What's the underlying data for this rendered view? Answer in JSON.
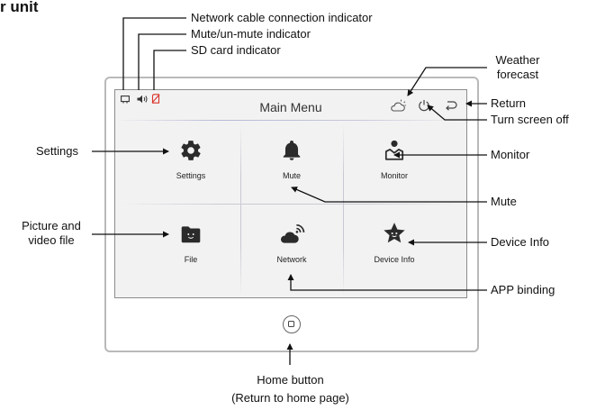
{
  "heading": "r unit",
  "screen": {
    "title": "Main Menu",
    "tiles": [
      {
        "label": "Settings",
        "icon": "gear-icon"
      },
      {
        "label": "Mute",
        "icon": "bell-icon"
      },
      {
        "label": "Monitor",
        "icon": "person-monitor-icon"
      },
      {
        "label": "File",
        "icon": "folder-icon"
      },
      {
        "label": "Network",
        "icon": "cloud-wifi-icon"
      },
      {
        "label": "Device Info",
        "icon": "star-face-icon"
      }
    ],
    "status_icons": [
      "network-cable-icon",
      "speaker-icon",
      "sd-card-icon"
    ],
    "top_right_icons": [
      "weather-cloud-icon",
      "power-icon",
      "return-arrow-icon"
    ]
  },
  "callouts": {
    "network_cable": "Network cable connection indicator",
    "mute_indicator": "Mute/un-mute indicator",
    "sd_card": "SD card indicator",
    "weather_line1": "Weather",
    "weather_line2": "forecast",
    "return": "Return",
    "screen_off": "Turn screen off",
    "settings": "Settings",
    "monitor": "Monitor",
    "mute": "Mute",
    "picture_line1": "Picture and",
    "picture_line2": "video file",
    "device_info": "Device Info",
    "app_binding": "APP binding",
    "home_line1": "Home button",
    "home_line2": "(Return to home page)"
  },
  "colors": {
    "frame": "#b9b9b9",
    "screen_bg": "#f2f2f2",
    "icon_dark": "#2b2b2b",
    "sd_red": "#d9342b"
  }
}
